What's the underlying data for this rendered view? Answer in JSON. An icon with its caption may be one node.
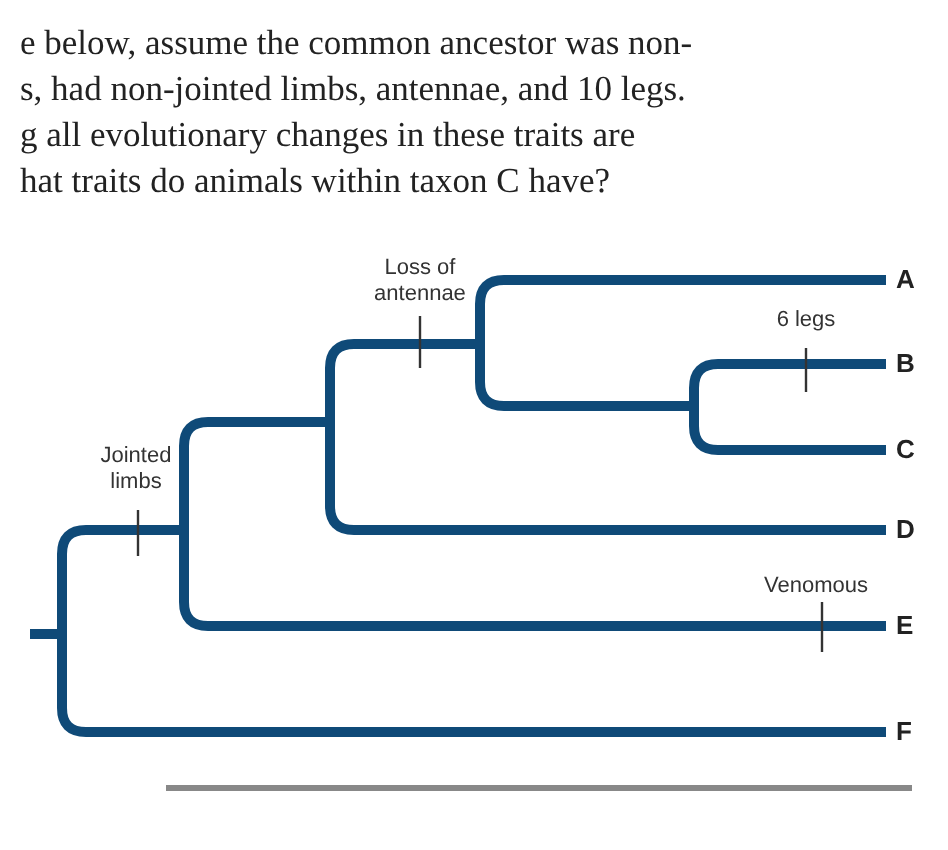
{
  "diagram": {
    "labels": [
      "e below, assume the common ancestor was non-",
      "s, had non-jointed limbs, antennae, and 10 legs.",
      "g all evolutionary changes in these traits are",
      "hat traits do animals within taxon C have?",
      "Loss of antennae",
      "A",
      "6 legs",
      "B",
      "Jointed limbs",
      "C",
      "D",
      "Venomous",
      "E",
      "F"
    ]
  }
}
